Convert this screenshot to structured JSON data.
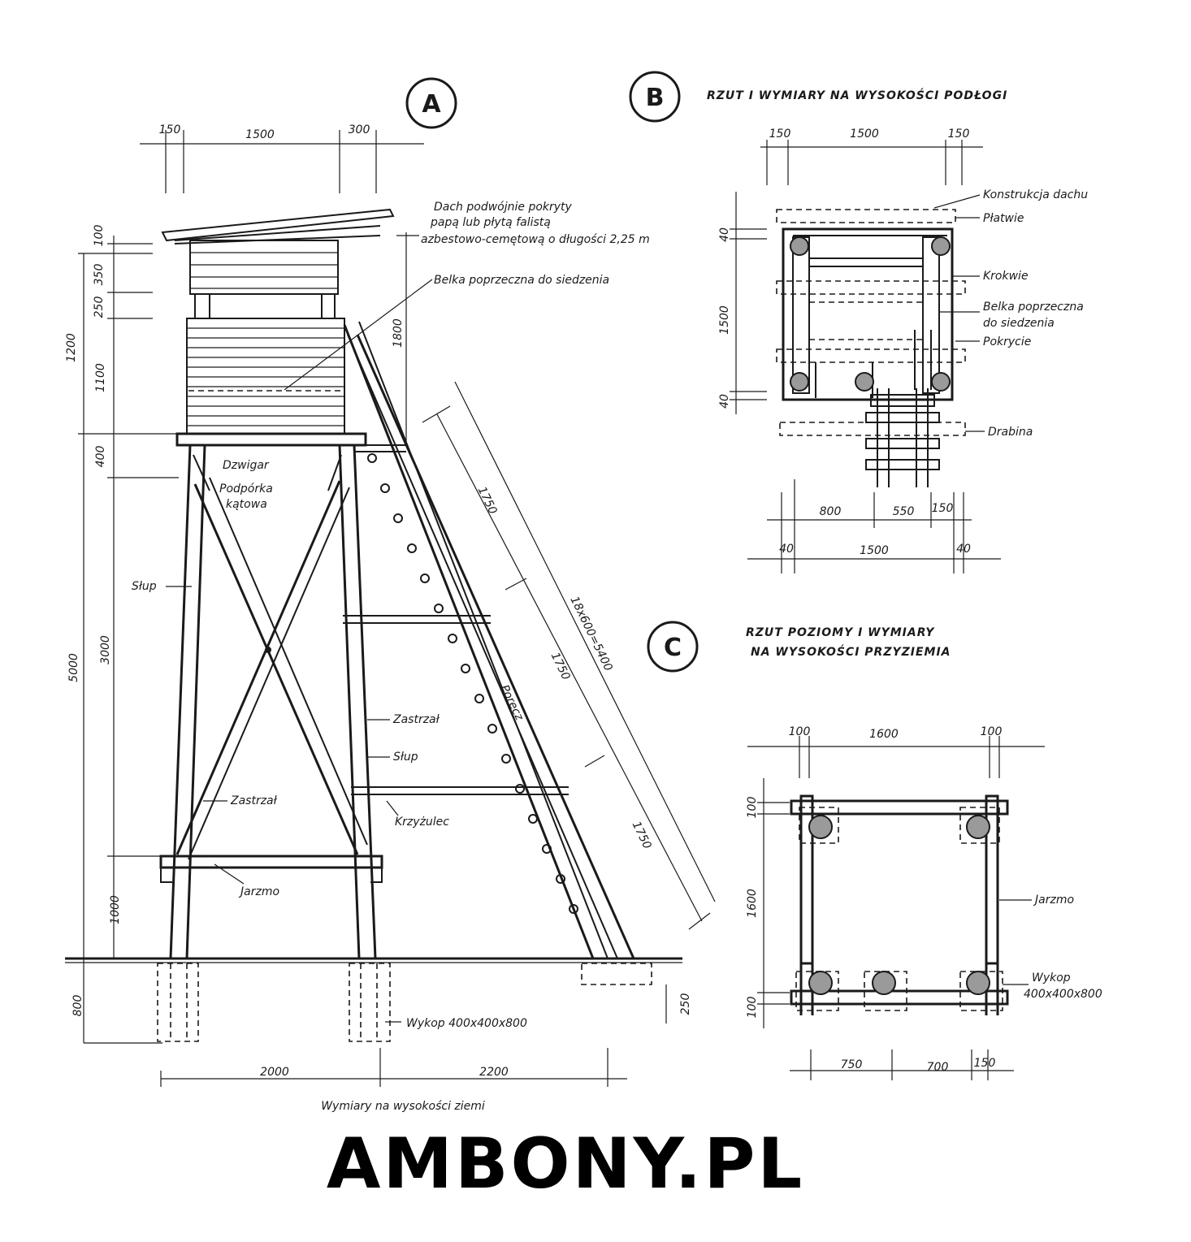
{
  "view_a": {
    "marker": "A",
    "top_dims": [
      "150",
      "1500",
      "300"
    ],
    "left_dims": {
      "d100": "100",
      "d350": "350",
      "d250": "250",
      "d1200": "1200",
      "d1100": "1100",
      "d1800": "1800",
      "d400": "400",
      "d5000": "5000",
      "d3000": "3000",
      "d1000": "1000",
      "d800": "800",
      "d250b": "250"
    },
    "ladder_dims": {
      "d1750a": "1750",
      "d1750b": "1750",
      "d1750c": "1750",
      "total": "18x600=5400"
    },
    "bottom_dims": [
      "2000",
      "2200"
    ],
    "roof_note": [
      "Dach podwójnie pokryty",
      "papą lub płytą falistą",
      "azbestowo-cemętową o długości 2,25 m"
    ],
    "labels": {
      "belka": "Belka poprzeczna do siedzenia",
      "dzwigar": "Dzwigar",
      "podporka": [
        "Podpórka",
        "kątowa"
      ],
      "slup_left": "Słup",
      "slup_right": "Słup",
      "zastrzal_right": "Zastrzał",
      "zastrzal_left": "Zastrzał",
      "krzyzulec": "Krzyżulec",
      "jarzmo": "Jarzmo",
      "porecz": "Poręcz",
      "wykop": "Wykop 400x400x800"
    },
    "caption": "Wymiary na wysokości ziemi"
  },
  "view_b": {
    "marker": "B",
    "title": "RZUT I WYMIARY NA WYSOKOŚCI PODŁOGI",
    "top_dims": [
      "150",
      "1500",
      "150"
    ],
    "left_dims": [
      "40",
      "1500",
      "40"
    ],
    "bottom_dims_a": [
      "800",
      "550",
      "150"
    ],
    "bottom_dims_b": [
      "40",
      "1500",
      "40"
    ],
    "labels": {
      "konstrukcja": "Konstrukcja dachu",
      "platwie": "Płatwie",
      "krokwie": "Krokwie",
      "belka": [
        "Belka poprzeczna",
        "do siedzenia"
      ],
      "pokrycie": "Pokrycie",
      "drabina": "Drabina"
    }
  },
  "view_c": {
    "marker": "C",
    "title": [
      "RZUT POZIOMY I WYMIARY",
      "NA WYSOKOŚCI PRZYZIEMIA"
    ],
    "top_dims": [
      "100",
      "1600",
      "100"
    ],
    "left_dims": [
      "100",
      "1600",
      "100"
    ],
    "bottom_dims": [
      "750",
      "700",
      "150"
    ],
    "labels": {
      "jarzmo": "Jarzmo",
      "wykop": [
        "Wykop",
        "400x400x800"
      ]
    }
  },
  "watermark": "AMBONY.PL"
}
